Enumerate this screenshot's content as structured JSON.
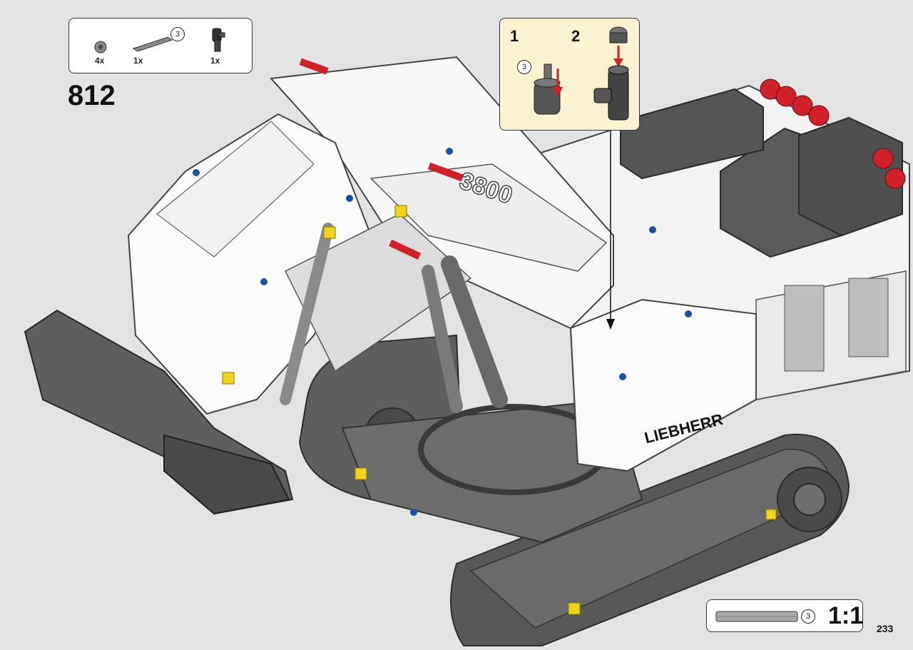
{
  "parts_list": {
    "items": [
      {
        "name": "bush",
        "qty": "4x"
      },
      {
        "name": "axle-3",
        "qty": "1x",
        "length_callout": "3"
      },
      {
        "name": "axle-connector",
        "qty": "1x"
      }
    ]
  },
  "step": {
    "number": "812"
  },
  "callout": {
    "substeps": [
      "1",
      "2"
    ],
    "axle_length": "3"
  },
  "scale": {
    "axle_length": "3",
    "ratio": "1:1"
  },
  "page": {
    "number": "233"
  },
  "model_text": {
    "boom_number": "3800",
    "brand": "LIEBHERR"
  },
  "colors": {
    "background": "#e3e3e3",
    "callout_bg": "#fbf3cf",
    "arrow_red": "#d0202a",
    "part_gray": "#6b6b6b",
    "body_white": "#f7f7f7",
    "track_dark": "#5a5a5a"
  }
}
